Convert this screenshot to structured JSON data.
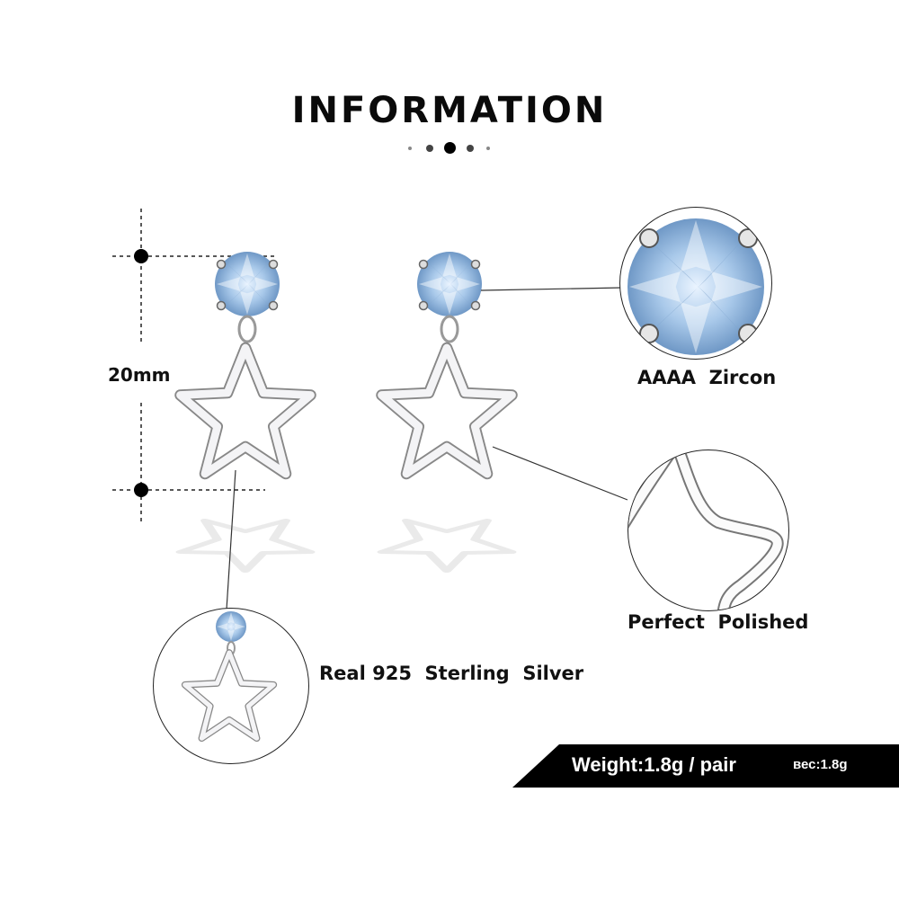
{
  "header": {
    "title": "INFORMATION"
  },
  "dimension": {
    "label": "20mm"
  },
  "features": [
    {
      "id": "zircon",
      "label": "AAAA  Zircon"
    },
    {
      "id": "polished",
      "label": "Perfect  Polished"
    },
    {
      "id": "silver",
      "label": "Real 925  Sterling  Silver"
    }
  ],
  "weight_banner": {
    "weight_label": "Weight:1.8g / pair",
    "russian_label": "вес:1.8g"
  },
  "colors": {
    "zircon_blue": "#a9c9ea",
    "silver": "#c8c8cc",
    "text": "#111111",
    "banner": "#000000"
  }
}
